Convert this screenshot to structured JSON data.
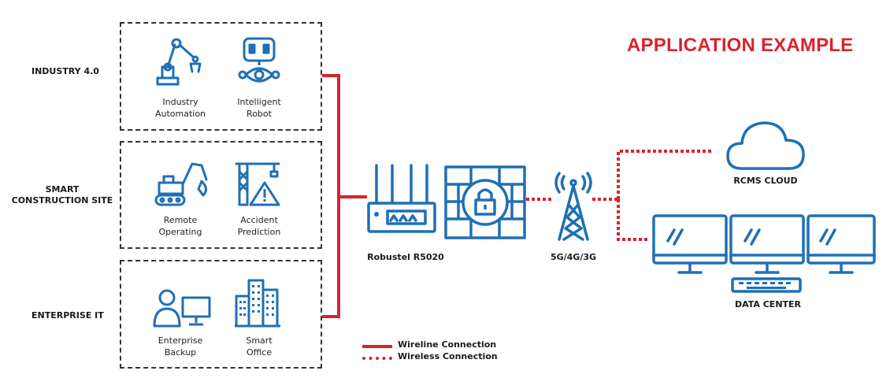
{
  "title": "APPLICATION EXAMPLE",
  "colors": {
    "accent": "#d9232d",
    "icon_blue": "#1f6fb5",
    "dark": "#1a1a1a"
  },
  "groups": [
    {
      "label": "INDUSTRY 4.0",
      "items": [
        {
          "label": "Industry Automation",
          "icon": "robot-arm-icon"
        },
        {
          "label": "Intelligent Robot",
          "icon": "robot-head-icon"
        }
      ]
    },
    {
      "label": "SMART CONSTRUCTION SITE",
      "items": [
        {
          "label": "Remote Operating",
          "icon": "excavator-icon"
        },
        {
          "label": "Accident Prediction",
          "icon": "crane-warning-icon"
        }
      ]
    },
    {
      "label": "ENTERPRISE IT",
      "items": [
        {
          "label": "Enterprise Backup",
          "icon": "user-computer-icon"
        },
        {
          "label": "Smart Office",
          "icon": "office-buildings-icon"
        }
      ]
    }
  ],
  "group_labels": {
    "industry": "INDUSTRY 4.0",
    "smart_1": "SMART",
    "smart_2": "CONSTRUCTION SITE",
    "enterprise": "ENTERPRISE IT"
  },
  "captions": {
    "industry_automation_1": "Industry",
    "industry_automation_2": "Automation",
    "intelligent_robot_1": "Intelligent",
    "intelligent_robot_2": "Robot",
    "remote_operating_1": "Remote",
    "remote_operating_2": "Operating",
    "accident_prediction_1": "Accident",
    "accident_prediction_2": "Prediction",
    "enterprise_backup_1": "Enterprise",
    "enterprise_backup_2": "Backup",
    "smart_office_1": "Smart",
    "smart_office_2": "Office"
  },
  "router": {
    "label": "Robustel R5020",
    "icon": "router-icon"
  },
  "firewall": {
    "icon": "firewall-lock-icon"
  },
  "tower": {
    "label": "5G/4G/3G",
    "icon": "cell-tower-icon"
  },
  "cloud": {
    "label": "RCMS CLOUD",
    "icon": "cloud-icon"
  },
  "datacenter": {
    "label": "DATA CENTER",
    "icon": "monitors-icon"
  },
  "legend": {
    "wireline": "Wireline Connection",
    "wireless": "Wireless Connection"
  }
}
